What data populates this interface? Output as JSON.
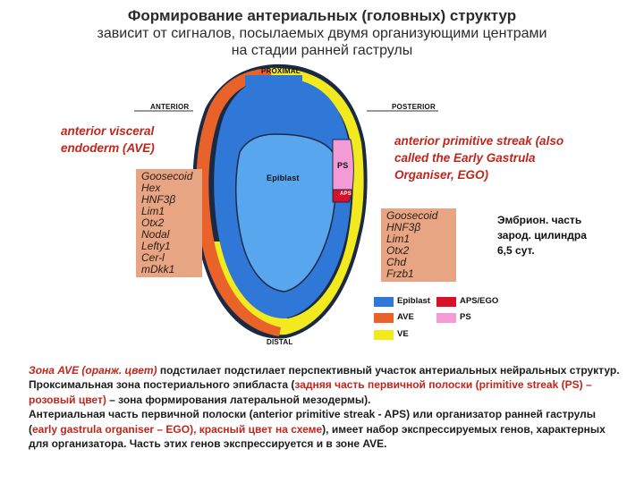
{
  "header": {
    "title": "Формирование антериальных (головных) структур",
    "subtitle_line1": "зависит от сигналов, посылаемых двумя организующими центрами",
    "subtitle_line2": "на стадии ранней гаструлы"
  },
  "diagram": {
    "label_proximal": "PROXIMAL",
    "label_anterior": "ANTERIOR",
    "label_posterior": "POSTERIOR",
    "label_distal": "DISTAL",
    "label_epiblast": "Epiblast",
    "label_ps": "PS",
    "label_aps": "APS",
    "colors": {
      "epiblast": "#2f78d8",
      "epiblast_inner": "#58a6ee",
      "ave": "#e8622a",
      "ve": "#f2ea1e",
      "ps": "#f49bd6",
      "aps": "#d8102a"
    }
  },
  "annotations": {
    "ave_line1": "anterior visceral",
    "ave_line2": "endoderm (AVE)",
    "ps_line1": "anterior primitive streak (also",
    "ps_line2": "called the Early Gastrula",
    "ps_line3": "Organiser, EGO)",
    "embryo_line1": "Эмбрион. часть",
    "embryo_line2": "зарод. цилиндра",
    "embryo_line3": "6,5 сут."
  },
  "ave_genes": [
    "Goosecoid",
    "Hex",
    "HNF3β",
    "Lim1",
    "Otx2",
    "Nodal",
    "Lefty1",
    "Cer-l",
    "mDkk1"
  ],
  "ego_genes": [
    "Goosecoid",
    "HNF3β",
    "Lim1",
    "Otx2",
    "Chd",
    "Frzb1"
  ],
  "legend": [
    {
      "label": "Epiblast",
      "color": "#2f78d8"
    },
    {
      "label": "APS/EGO",
      "color": "#d8102a"
    },
    {
      "label": "AVE",
      "color": "#e8622a"
    },
    {
      "label": "PS",
      "color": "#f49bd6"
    },
    {
      "label": "VE",
      "color": "#f2ea1e"
    }
  ],
  "paragraph": {
    "p1a": "Зона AVE (оранж. цвет)",
    "p1b": " подстилает подстилает перспективный участок антериальных нейральных структур.",
    "p2a": "Проксимальная зона постериального эпибласта (",
    "p2b": "задняя часть первичной полоски (primitive streak (PS) – розовый цвет)",
    "p2c": " – зона формирования латеральной мезодермы).",
    "p3a": "Антериальная часть первичной полоски (anterior primitive streak - APS) или организатор ранней гаструлы (",
    "p3b": "early gastrula organiser – EGO), красный цвет на схеме",
    "p3c": "), имеет набор экспрессируемых генов, характерных для организатора. Часть этих генов экспрессируется и в зоне AVE."
  }
}
